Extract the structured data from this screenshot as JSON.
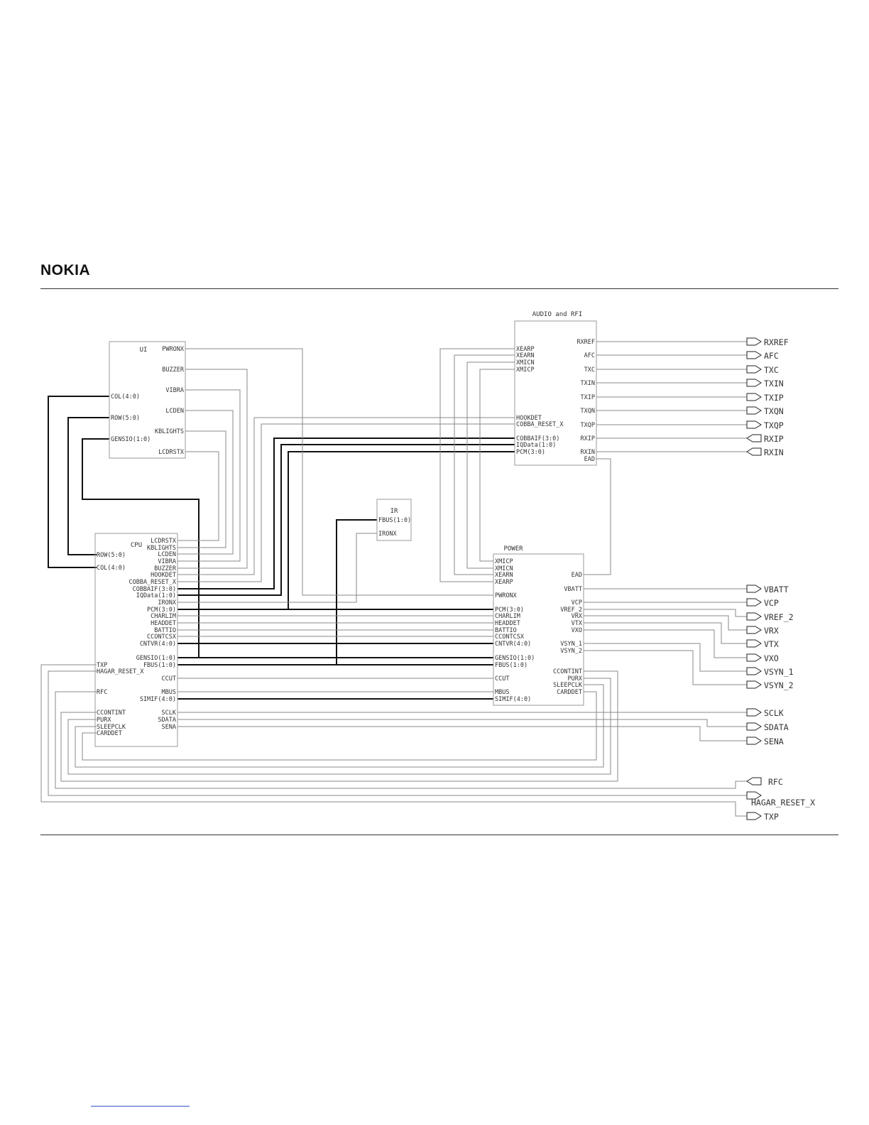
{
  "page": {
    "brand": "NOKIA"
  },
  "blocks": {
    "ui": {
      "title": "UI",
      "left_pins": [
        "COL(4:0)",
        "ROW(5:0)",
        "GENSIO(1:0)"
      ],
      "right_pins": [
        "PWRONX",
        "BUZZER",
        "VIBRA",
        "LCDEN",
        "KBLIGHTS",
        "LCDRSTX"
      ]
    },
    "cpu": {
      "title": "CPU",
      "left_pins": [
        "ROW(5:0)",
        "COL(4:0)",
        "TXP",
        "HAGAR_RESET_X",
        "RFC",
        "CCONTINT",
        "PURX",
        "SLEEPCLK",
        "CARDDET"
      ],
      "right_pins": [
        "LCDRSTX",
        "KBLIGHTS",
        "LCDEN",
        "VIBRA",
        "BUZZER",
        "HOOKDET",
        "COBBA_RESET_X",
        "COBBAIF(3:0)",
        "IQData(1:0)",
        "IRONX",
        "PCM(3:0)",
        "CHARLIM",
        "HEADDET",
        "BATTIO",
        "CCONTCSX",
        "CNTVR(4:0)",
        "GENSIO(1:0)",
        "FBUS(1:0)",
        "CCUT",
        "MBUS",
        "SIMIF(4:0)",
        "SCLK",
        "SDATA",
        "SENA"
      ]
    },
    "ir": {
      "title": "IR",
      "left_pins": [
        "FBUS(1:0)",
        "IRONX"
      ]
    },
    "audio": {
      "title": "AUDIO and RFI",
      "left_pins": [
        "XEARP",
        "XEARN",
        "XMICN",
        "XMICP",
        "HOOKDET",
        "COBBA_RESET_X",
        "COBBAIF(3:0)",
        "IQData(1:0)",
        "PCM(3:0)"
      ],
      "right_pins": [
        "RXREF",
        "AFC",
        "TXC",
        "TXIN",
        "TXIP",
        "TXQN",
        "TXQP",
        "RXIP",
        "RXIN",
        "EAD"
      ]
    },
    "power": {
      "title": "POWER",
      "left_pins": [
        "XMICP",
        "XMICN",
        "XEARN",
        "XEARP",
        "PWRONX",
        "PCM(3:0)",
        "CHARLIM",
        "HEADDET",
        "BATTIO",
        "CCONTCSX",
        "CNTVR(4:0)",
        "GENSIO(1:0)",
        "FBUS(1:0)",
        "CCUT",
        "MBUS",
        "SIMIF(4:0)"
      ],
      "right_pins": [
        "EAD",
        "VBATT",
        "VCP",
        "VREF_2",
        "VRX",
        "VTX",
        "VXO",
        "VSYN_1",
        "VSYN_2",
        "CCONTINT",
        "PURX",
        "SLEEPCLK",
        "CARDDET"
      ]
    }
  },
  "ports": [
    "RXREF",
    "AFC",
    "TXC",
    "TXIN",
    "TXIP",
    "TXQN",
    "TXQP",
    "RXIP",
    "RXIN",
    "VBATT",
    "VCP",
    "VREF_2",
    "VRX",
    "VTX",
    "VXO",
    "VSYN_1",
    "VSYN_2",
    "SCLK",
    "SDATA",
    "SENA",
    "RFC",
    "HAGAR_RESET_X",
    "TXP"
  ]
}
